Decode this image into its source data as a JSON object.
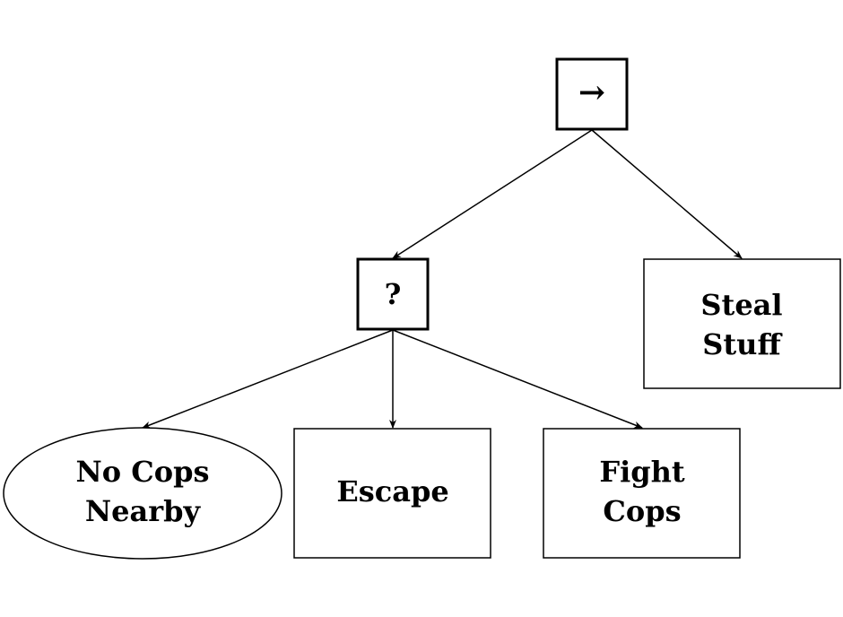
{
  "diagram": {
    "type": "behavior-tree",
    "colors": {
      "stroke": "#000000",
      "background": "#ffffff"
    },
    "nodes": {
      "sequence": {
        "kind": "sequence",
        "symbol": "→"
      },
      "fallback": {
        "kind": "fallback",
        "symbol": "?"
      },
      "steal_stuff": {
        "kind": "action",
        "lines": [
          "Steal",
          "Stuff"
        ]
      },
      "no_cops_nearby": {
        "kind": "condition",
        "lines": [
          "No Cops",
          "Nearby"
        ]
      },
      "escape": {
        "kind": "action",
        "lines": [
          "Escape"
        ]
      },
      "fight_cops": {
        "kind": "action",
        "lines": [
          "Fight",
          "Cops"
        ]
      }
    },
    "edges": [
      {
        "from": "sequence",
        "to": "fallback"
      },
      {
        "from": "sequence",
        "to": "steal_stuff"
      },
      {
        "from": "fallback",
        "to": "no_cops_nearby"
      },
      {
        "from": "fallback",
        "to": "escape"
      },
      {
        "from": "fallback",
        "to": "fight_cops"
      }
    ]
  }
}
